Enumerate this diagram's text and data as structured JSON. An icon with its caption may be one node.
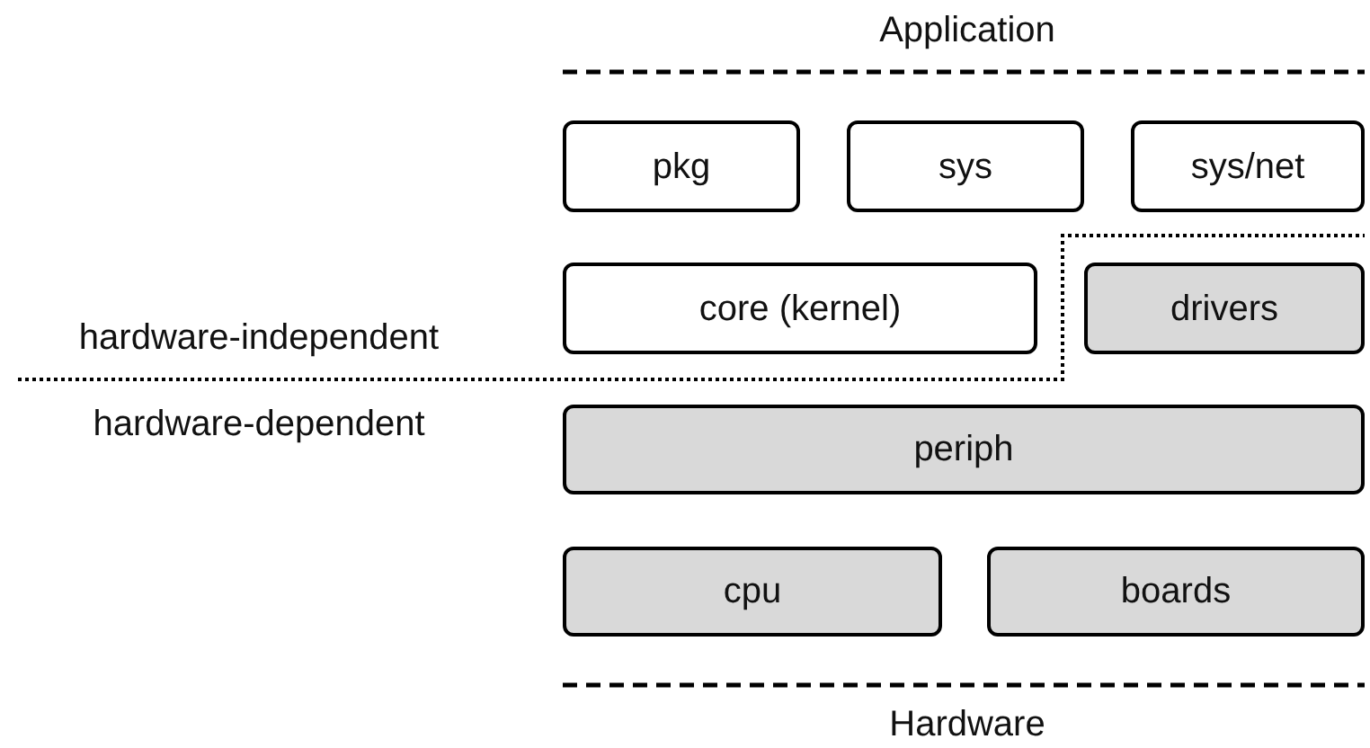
{
  "diagram": {
    "nodes": [
      {
        "text": [
          "pkg"
        ]
      },
      {
        "text": [
          "sys"
        ]
      },
      {
        "text": [
          "sys/net"
        ]
      },
      {
        "text": [
          "core (kernel)"
        ]
      },
      {
        "text": [
          "drivers"
        ]
      },
      {
        "text": [
          "periph"
        ]
      },
      {
        "text": [
          "cpu"
        ]
      },
      {
        "text": [
          "boards"
        ]
      }
    ],
    "labels": [
      "Application",
      "hardware-independent",
      "hardware-dependent",
      "Hardware"
    ]
  }
}
